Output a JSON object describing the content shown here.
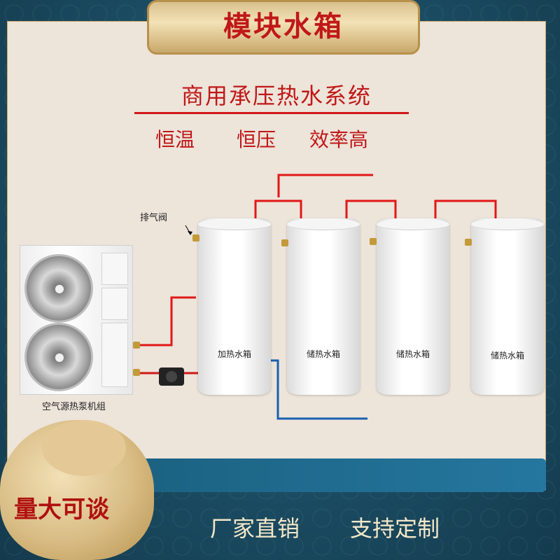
{
  "banner": {
    "title": "模块水箱"
  },
  "subtitle": "商用承压热水系统",
  "features": [
    "恒温",
    "恒压",
    "效率高"
  ],
  "labels": {
    "exhaust_valve": "排气阀",
    "heat_pump": "空气源热泵机组",
    "tank_heating": "加热水箱",
    "tank_storage_1": "储热水箱",
    "tank_storage_2": "储热水箱",
    "tank_storage_3": "储热水箱"
  },
  "badge": "量大可谈",
  "footer": [
    "厂家直销",
    "支持定制"
  ],
  "colors": {
    "accent": "#c01818",
    "pipe_hot": "#e01818",
    "pipe_cold": "#1a5fb0",
    "gold": "#d8bc84"
  }
}
